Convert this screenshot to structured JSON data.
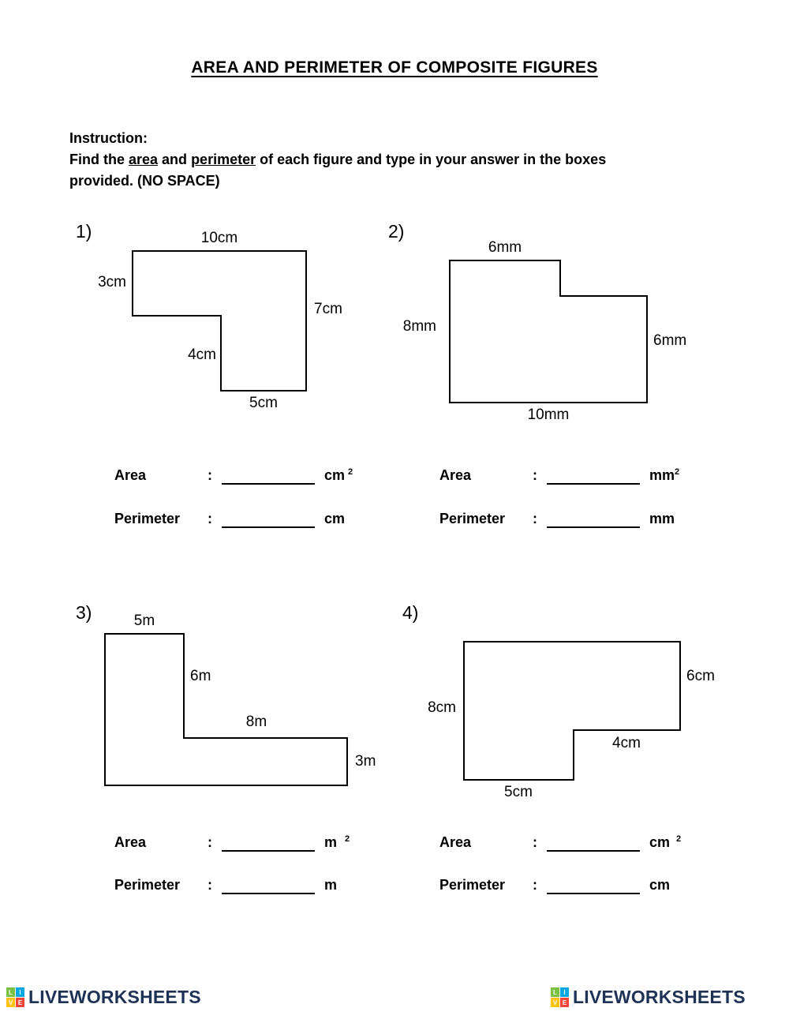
{
  "title": "AREA AND PERIMETER OF COMPOSITE FIGURES",
  "instruction": {
    "heading": "Instruction:",
    "part1": "Find the ",
    "area_word": "area",
    "part2": " and ",
    "perimeter_word": "perimeter",
    "part3": " of each figure and type in your answer in the boxes",
    "part4": "provided. (NO SPACE)"
  },
  "answers": {
    "area_label": "Area",
    "perimeter_label": "Perimeter",
    "colon": ":",
    "sup": "2"
  },
  "problems": [
    {
      "number": "1)",
      "dims": {
        "top": "10cm",
        "left": "3cm",
        "right": "7cm",
        "inner": "4cm",
        "bottom": "5cm"
      },
      "area_unit": "cm",
      "perimeter_unit": "cm"
    },
    {
      "number": "2)",
      "dims": {
        "top": "6mm",
        "left": "8mm",
        "right": "6mm",
        "bottom": "10mm"
      },
      "area_unit": "mm",
      "perimeter_unit": "mm"
    },
    {
      "number": "3)",
      "dims": {
        "top": "5m",
        "inner_v": "6m",
        "inner_h": "8m",
        "right": "3m"
      },
      "area_unit": "m",
      "perimeter_unit": "m"
    },
    {
      "number": "4)",
      "dims": {
        "right": "6cm",
        "left": "8cm",
        "inner": "4cm",
        "bottom": "5cm"
      },
      "area_unit": "cm",
      "perimeter_unit": "cm"
    }
  ],
  "footer": {
    "brand": "LIVEWORKSHEETS",
    "logo_letters": [
      "L",
      "I",
      "V",
      "E"
    ],
    "logo_colors": [
      "#7ac143",
      "#00a7e1",
      "#ffc20e",
      "#ef4438"
    ],
    "brand_text_color": "#1e3255"
  }
}
